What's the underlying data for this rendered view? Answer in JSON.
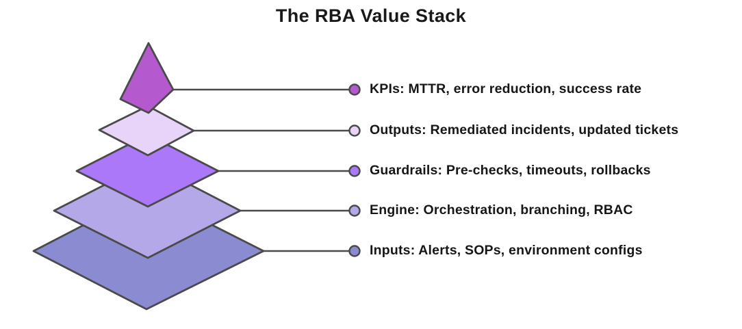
{
  "title": "The RBA Value Stack",
  "layers": [
    {
      "id": "kpis",
      "label": "KPIs: MTTR, error reduction, success rate",
      "color": "#b459ce"
    },
    {
      "id": "outputs",
      "label": "Outputs: Remediated incidents, updated tickets",
      "color": "#e9d4f9"
    },
    {
      "id": "guardrails",
      "label": "Guardrails: Pre-checks, timeouts, rollbacks",
      "color": "#aa78f8"
    },
    {
      "id": "engine",
      "label": "Engine: Orchestration, branching, RBAC",
      "color": "#b4a8e8"
    },
    {
      "id": "inputs",
      "label": "Inputs: Alerts, SOPs, environment configs",
      "color": "#8a8bd0"
    }
  ],
  "colors": {
    "outline": "#4a4a4a",
    "connector": "#4a4a4a",
    "text": "#161616",
    "background": "#ffffff"
  }
}
